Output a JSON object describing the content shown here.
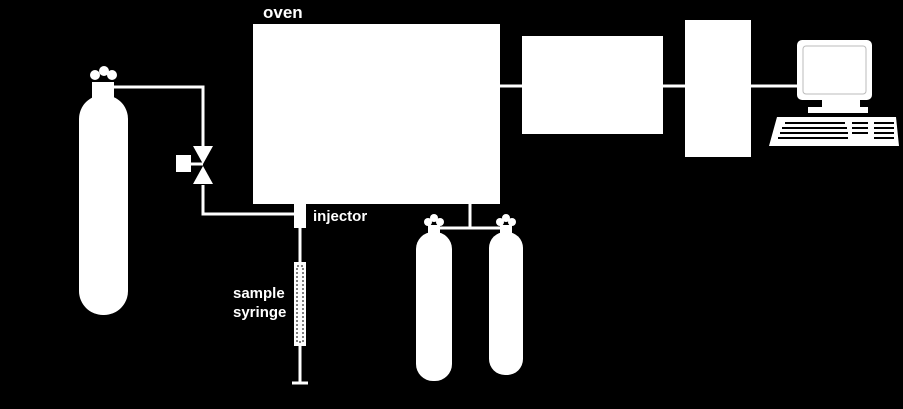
{
  "labels": {
    "oven": "oven",
    "injector": "injector",
    "sample_line1": "sample",
    "sample_line2": "syringe"
  },
  "colors": {
    "background": "#000000",
    "foreground": "#ffffff"
  },
  "components": [
    {
      "id": "carrier-gas-cylinder",
      "kind": "gas-cylinder"
    },
    {
      "id": "flow-regulator-valve",
      "kind": "valve"
    },
    {
      "id": "oven",
      "kind": "box"
    },
    {
      "id": "injector",
      "kind": "port"
    },
    {
      "id": "sample-syringe",
      "kind": "syringe"
    },
    {
      "id": "detector-gas-cylinder-1",
      "kind": "gas-cylinder"
    },
    {
      "id": "detector-gas-cylinder-2",
      "kind": "gas-cylinder"
    },
    {
      "id": "detector",
      "kind": "box"
    },
    {
      "id": "data-processor",
      "kind": "box"
    },
    {
      "id": "computer",
      "kind": "monitor-keyboard"
    }
  ]
}
